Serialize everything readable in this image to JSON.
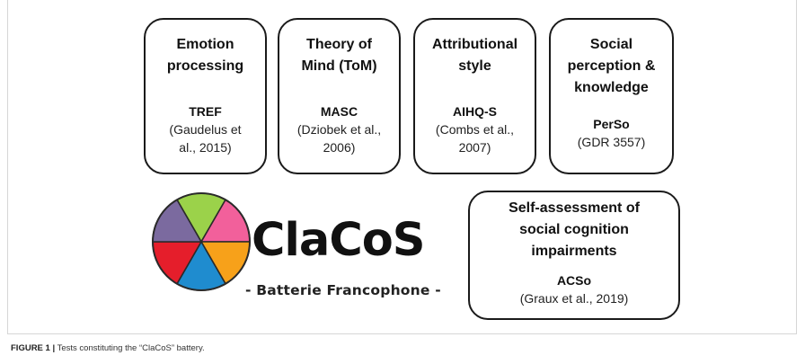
{
  "boxes": {
    "emotion": {
      "title_1": "Emotion",
      "title_2": "processing",
      "test": "TREF",
      "ref_1": "(Gaudelus et",
      "ref_2": "al., 2015)"
    },
    "tom": {
      "title_1": "Theory of",
      "title_2": "Mind (ToM)",
      "test": "MASC",
      "ref_1": "(Dziobek et al.,",
      "ref_2": "2006)"
    },
    "attr": {
      "title_1": "Attributional",
      "title_2": "style",
      "test": "AIHQ-S",
      "ref_1": "(Combs et al.,",
      "ref_2": "2007)"
    },
    "social": {
      "title_1": "Social",
      "title_2": "perception &",
      "title_3": "knowledge",
      "test": "PerSo",
      "ref_1": "(GDR 3557)"
    },
    "self": {
      "title_1": "Self-assessment of",
      "title_2": "social cognition",
      "title_3": "impairments",
      "test": "ACSo",
      "ref_1": "(Graux et al., 2019)"
    }
  },
  "logo": {
    "word": "ClaCoS",
    "subtitle": "- Batterie Francophone -",
    "wheel_colors": [
      "#9bd24a",
      "#f2609b",
      "#f7a11a",
      "#1f8ccf",
      "#e51e2b",
      "#7b6a9f"
    ]
  },
  "caption": {
    "lead": "FIGURE 1 |",
    "text": " Tests constituting the “ClaCoS” battery."
  }
}
